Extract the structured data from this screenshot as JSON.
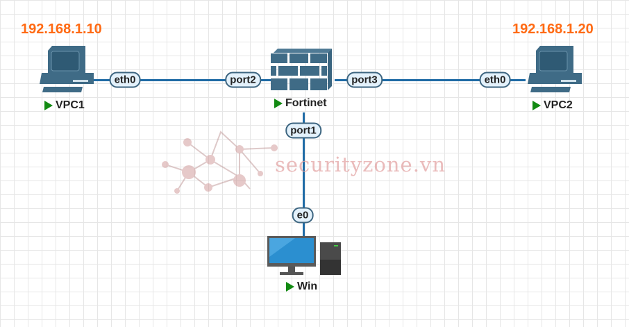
{
  "nodes": [
    {
      "name": "VPC1",
      "ip": "192.168.1.10",
      "interface": "eth0"
    },
    {
      "name": "Fortinet",
      "ports": [
        "port2",
        "port3",
        "port1"
      ]
    },
    {
      "name": "VPC2",
      "ip": "192.168.1.20",
      "interface": "eth0"
    },
    {
      "name": "Win",
      "interface": "e0"
    }
  ],
  "watermark": "securityzone.vn",
  "colors": {
    "link": "#1f6ba5",
    "ip": "#ff6a13",
    "running": "#128a12"
  }
}
